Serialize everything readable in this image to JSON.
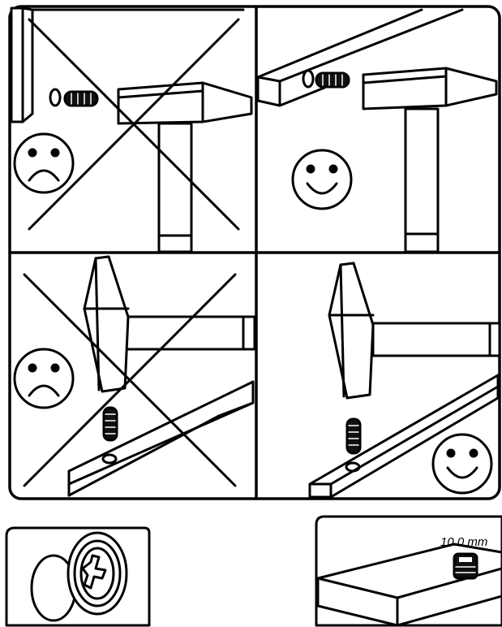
{
  "figure": {
    "panels": [
      {
        "id": "top-left",
        "verdict": "incorrect",
        "face": "sad-face-icon",
        "dowel_orientation": "horizontal",
        "hammer_orientation": "head-horizontal"
      },
      {
        "id": "top-right",
        "verdict": "correct",
        "face": "happy-face-icon",
        "dowel_orientation": "horizontal",
        "hammer_orientation": "head-horizontal"
      },
      {
        "id": "bottom-left",
        "verdict": "incorrect",
        "face": "sad-face-icon",
        "dowel_orientation": "vertical",
        "hammer_orientation": "head-vertical"
      },
      {
        "id": "bottom-right",
        "verdict": "correct",
        "face": "happy-face-icon",
        "dowel_orientation": "vertical",
        "hammer_orientation": "head-vertical"
      }
    ],
    "detail_left": {
      "icon": "cam-lock-icon"
    },
    "detail_right": {
      "dimension_label": "10.0 mm"
    }
  }
}
